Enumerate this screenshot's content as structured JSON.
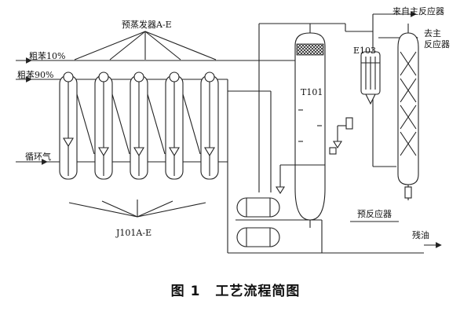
{
  "labels": {
    "preheaters": "预蒸发器A-E",
    "benzene10": "粗苯10%",
    "benzene90": "粗苯90%",
    "recycle_gas": "循环气",
    "pumps": "J101A-E",
    "column": "T101",
    "exchanger": "E103",
    "from_main_reactor": "来自主反应器",
    "to_main_reactor_1": "去主",
    "to_main_reactor_2": "反应器",
    "pre_reactor": "预反应器",
    "residual_oil": "残油"
  },
  "caption": {
    "figure_no": "图 1",
    "title": "工艺流程简图"
  }
}
